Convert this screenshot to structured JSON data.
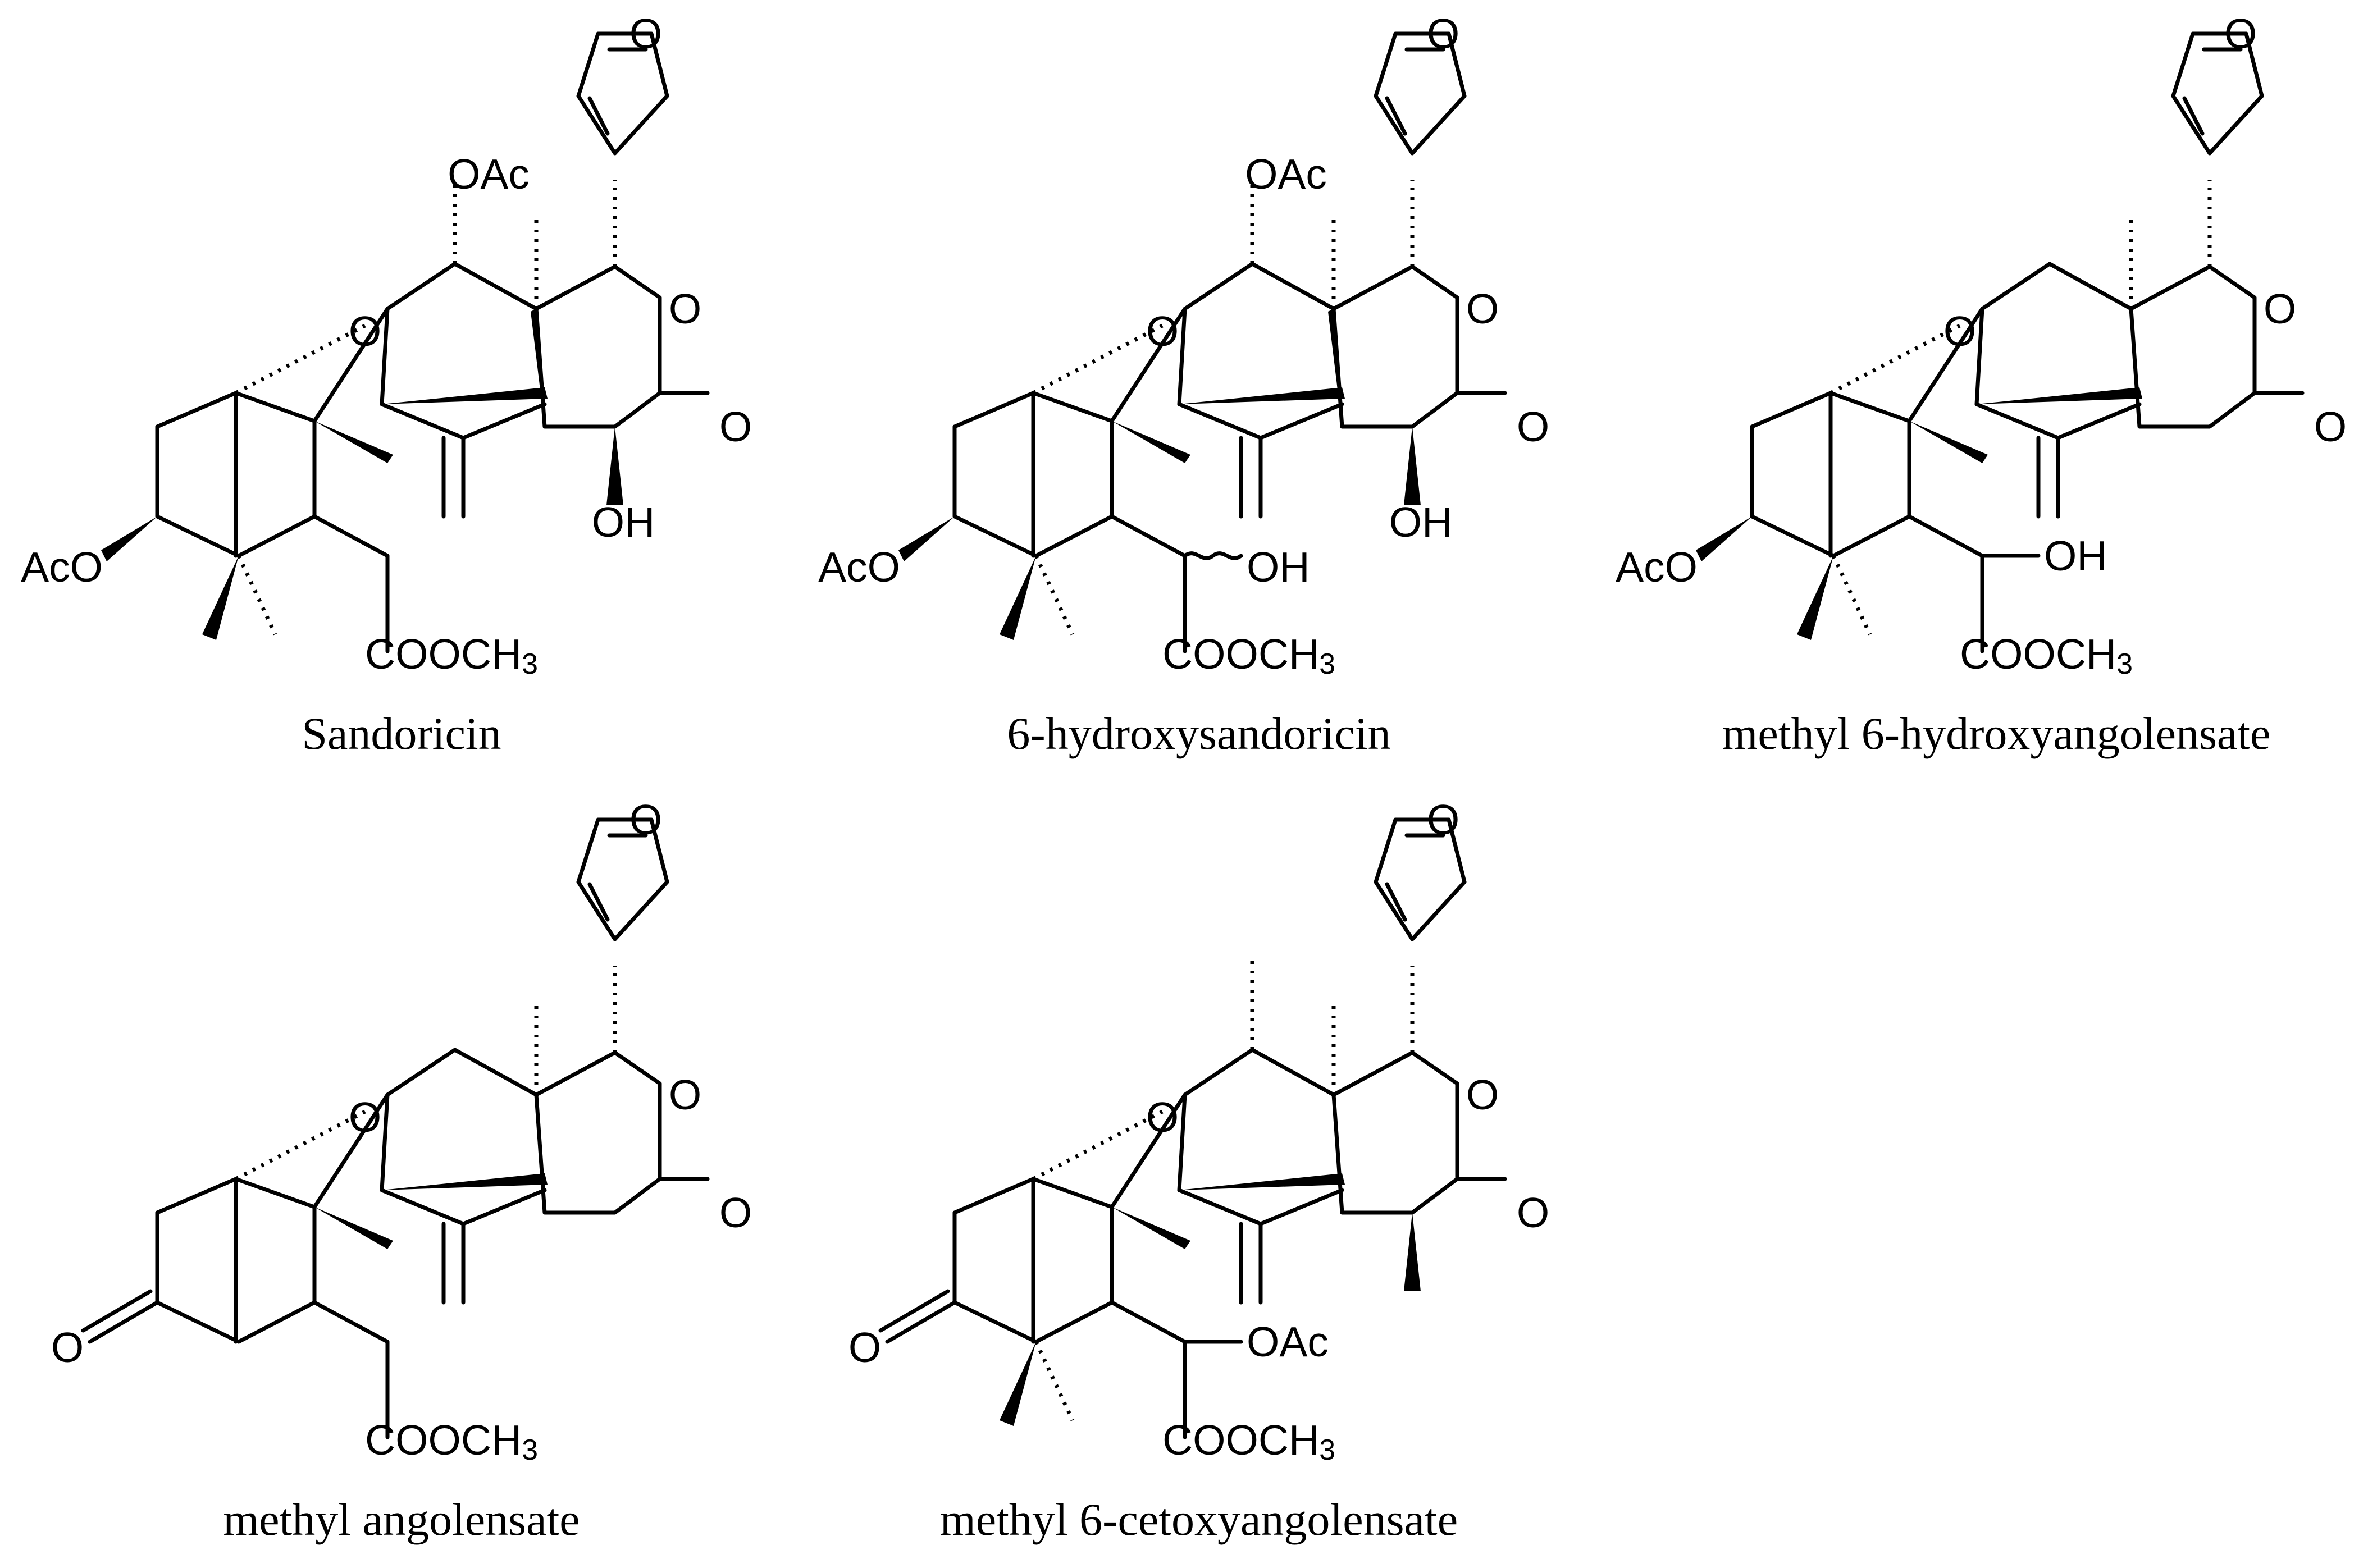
{
  "compounds": [
    {
      "name": "Sandoricin"
    },
    {
      "name": "6-hydroxysandoricin"
    },
    {
      "name": "methyl 6-hydroxyangolensate"
    },
    {
      "name": "methyl angolensate"
    },
    {
      "name": "methyl 6-cetoxyangolensate"
    }
  ],
  "atom_labels": {
    "furan_o": "O",
    "ring_o": "O",
    "carbonyl_o": "O",
    "oac": "OAc",
    "aco": "AcO",
    "oh": "OH",
    "ester_main": "COOCH",
    "ester_sub": "3"
  }
}
